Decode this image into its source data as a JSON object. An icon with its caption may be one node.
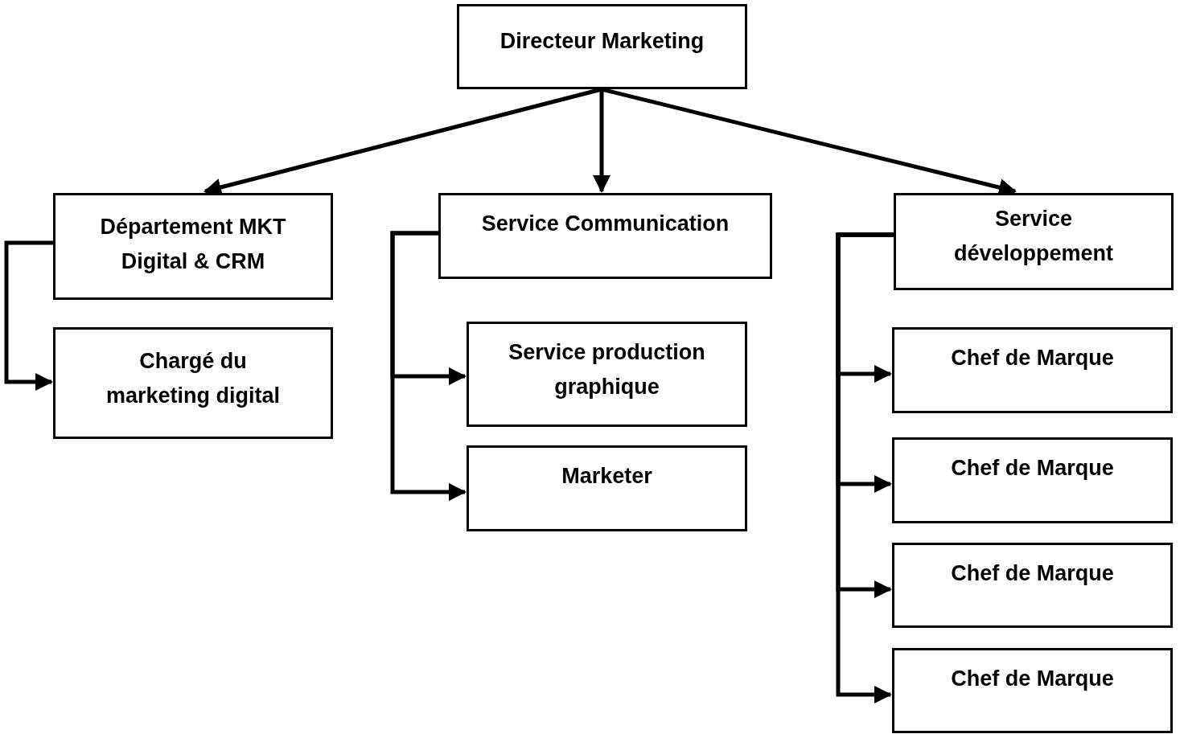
{
  "diagram": {
    "nodes": [
      {
        "text": [
          "Directeur Marketing"
        ]
      },
      {
        "text": [
          "Département MKT Digital & CRM"
        ]
      },
      {
        "text": [
          "Chargé du marketing digital"
        ]
      },
      {
        "text": [
          "Service Communication"
        ]
      },
      {
        "text": [
          "Service production graphique"
        ]
      },
      {
        "text": [
          "Marketer"
        ]
      },
      {
        "text": [
          "Service développement"
        ]
      },
      {
        "text": [
          "Chef de Marque"
        ]
      },
      {
        "text": [
          "Chef de Marque"
        ]
      },
      {
        "text": [
          "Chef de Marque"
        ]
      },
      {
        "text": [
          "Chef de Marque"
        ]
      }
    ],
    "edges": [
      {
        "from": 0,
        "to": 1,
        "arrow": "to"
      },
      {
        "from": 0,
        "to": 3,
        "arrow": "to"
      },
      {
        "from": 0,
        "to": 6,
        "arrow": "to"
      },
      {
        "from": 1,
        "to": 2,
        "arrow": "to"
      },
      {
        "from": 3,
        "to": 4,
        "arrow": "to"
      },
      {
        "from": 3,
        "to": 5,
        "arrow": "to"
      },
      {
        "from": 6,
        "to": 7,
        "arrow": "to"
      },
      {
        "from": 6,
        "to": 8,
        "arrow": "to"
      },
      {
        "from": 6,
        "to": 9,
        "arrow": "to"
      },
      {
        "from": 6,
        "to": 10,
        "arrow": "to"
      }
    ]
  }
}
